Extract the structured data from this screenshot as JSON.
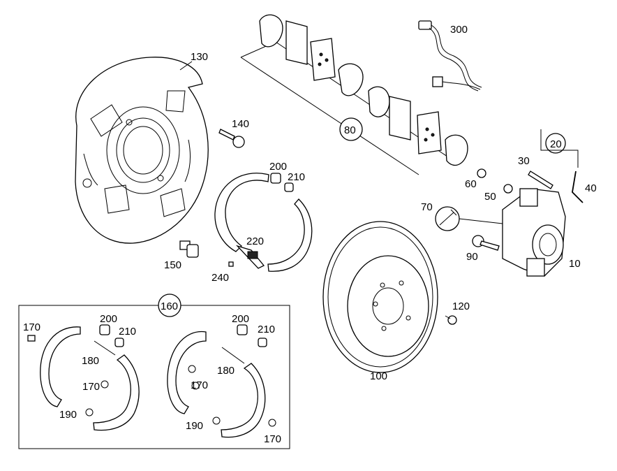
{
  "diagram": {
    "labels": {
      "p10": "10",
      "p20": "20",
      "p30": "30",
      "p40": "40",
      "p50": "50",
      "p60": "60",
      "p70": "70",
      "p80": "80",
      "p90": "90",
      "p100": "100",
      "p120": "120",
      "p130": "130",
      "p140": "140",
      "p150": "150",
      "p160": "160",
      "p170a": "170",
      "p170b": "170",
      "p170c": "170",
      "p170d": "170",
      "p180a": "180",
      "p180b": "180",
      "p190a": "190",
      "p190b": "190",
      "p200a": "200",
      "p200b": "200",
      "p200c": "200",
      "p210a": "210",
      "p210b": "210",
      "p210c": "210",
      "p220": "220",
      "p240": "240",
      "p300": "300"
    }
  }
}
